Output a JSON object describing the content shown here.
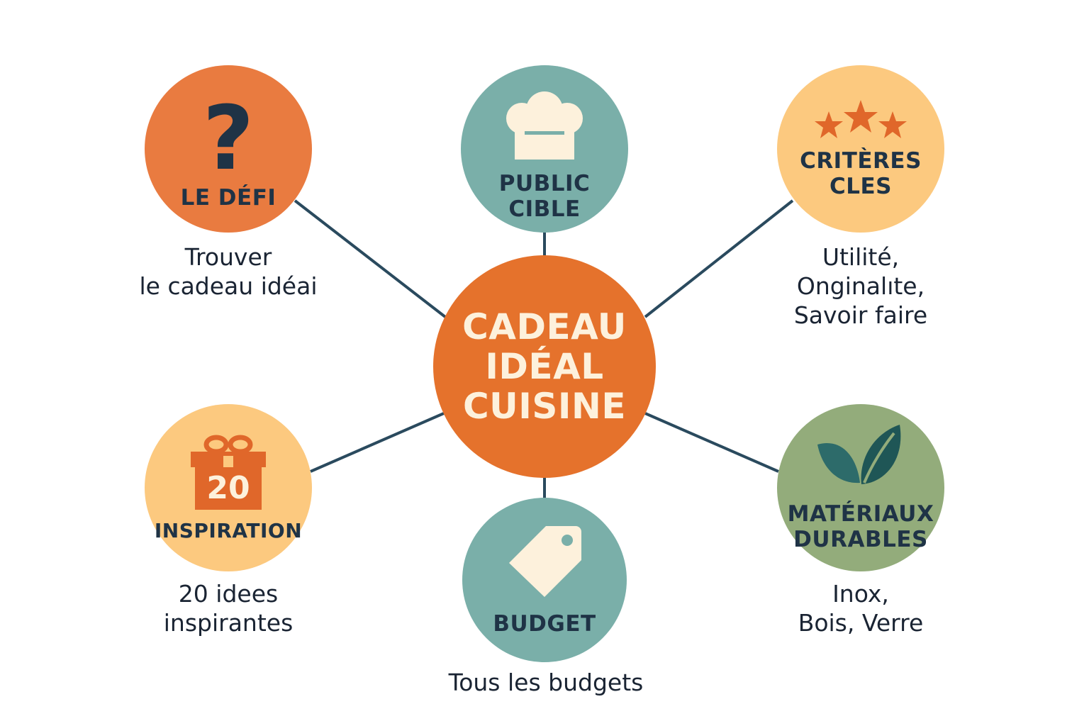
{
  "center": {
    "lines": [
      "CADEAU",
      "IDÉAL",
      "CUISINE"
    ]
  },
  "nodes": {
    "defi": {
      "title": "LE DÉFI",
      "desc": [
        "Trouver",
        "le cadeau idéai"
      ]
    },
    "public": {
      "title": [
        "PUBLIC",
        "CIBLE"
      ]
    },
    "criteres": {
      "title": [
        "CRITÈRES",
        "CLES"
      ],
      "desc": [
        "Utilité,",
        "Onginalıte,",
        "Savoir faire"
      ]
    },
    "inspiration": {
      "title": "INSPIRATION",
      "badge": "20",
      "desc": [
        "20 idees",
        "inspirantes"
      ]
    },
    "budget": {
      "title": "BUDGET",
      "desc": "Tous les budgets"
    },
    "materiaux": {
      "title": [
        "MATÉRIAUX",
        "DURABLES"
      ],
      "desc": [
        "Inox,",
        "Bois, Verre"
      ]
    }
  },
  "colors": {
    "orange": "#e97b40",
    "center": "#e5722c",
    "teal": "#7aafa9",
    "yellow": "#fcc97f",
    "green": "#93ac7b",
    "navy": "#2a4a5e"
  }
}
